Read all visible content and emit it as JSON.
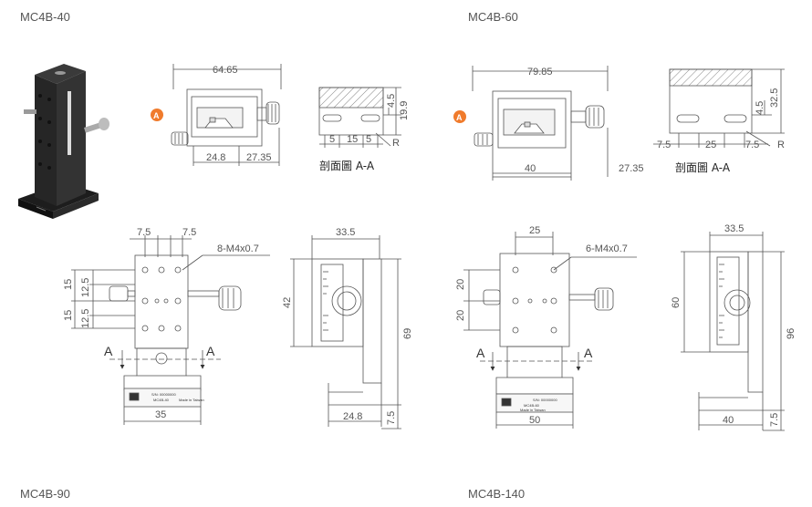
{
  "models": {
    "top_left": "MC4B-40",
    "top_right": "MC4B-60",
    "bottom_left": "MC4B-90",
    "bottom_right": "MC4B-140"
  },
  "marker_letter": "A",
  "section_view_label": "剖面圖  A-A",
  "radius_label": "R",
  "section_marker": "A",
  "mc4b40": {
    "total_width": "64.65",
    "height_19_9": "19.9",
    "height_4_5": "4.5",
    "base_24_8": "24.8",
    "knob_27_35": "27.35",
    "slot_5a": "5",
    "slot_15": "15",
    "slot_5b": "5",
    "pitch_7_5a": "7.5",
    "pitch_7_5b": "7.5",
    "thread_note": "8-M4x0.7",
    "vert_15a": "15",
    "vert_12_5a": "12.5",
    "vert_15b": "15",
    "vert_12_5b": "12.5",
    "base_width_35": "35",
    "side_width_33_5": "33.5",
    "side_height_42": "42",
    "side_total_69": "69",
    "side_base_24_8": "24.8",
    "side_foot_7_5": "7.5",
    "plate_model": "MC4B-40",
    "plate_serial": "S/N: 00000000",
    "plate_made": "Made in Taiwan"
  },
  "mc4b60": {
    "total_width": "79.85",
    "height_32_5": "32.5",
    "height_4_5": "4.5",
    "base_40": "40",
    "knob_27_35": "27.35",
    "slot_7_5a": "7.5",
    "slot_25": "25",
    "slot_7_5b": "7.5",
    "pitch_25": "25",
    "thread_note": "6-M4x0.7",
    "vert_20a": "20",
    "vert_20b": "20",
    "base_width_50": "50",
    "side_width_33_5": "33.5",
    "side_height_60": "60",
    "side_total_96": "96",
    "side_base_40": "40",
    "side_foot_7_5": "7.5",
    "plate_model": "MC4B-60",
    "plate_serial": "S/N: 00000000",
    "plate_made": "Made in Taiwan"
  },
  "colors": {
    "line": "#555555",
    "marker": "#f07b2c",
    "stage_dark": "#2a2a2a",
    "hatch": "#888888"
  }
}
